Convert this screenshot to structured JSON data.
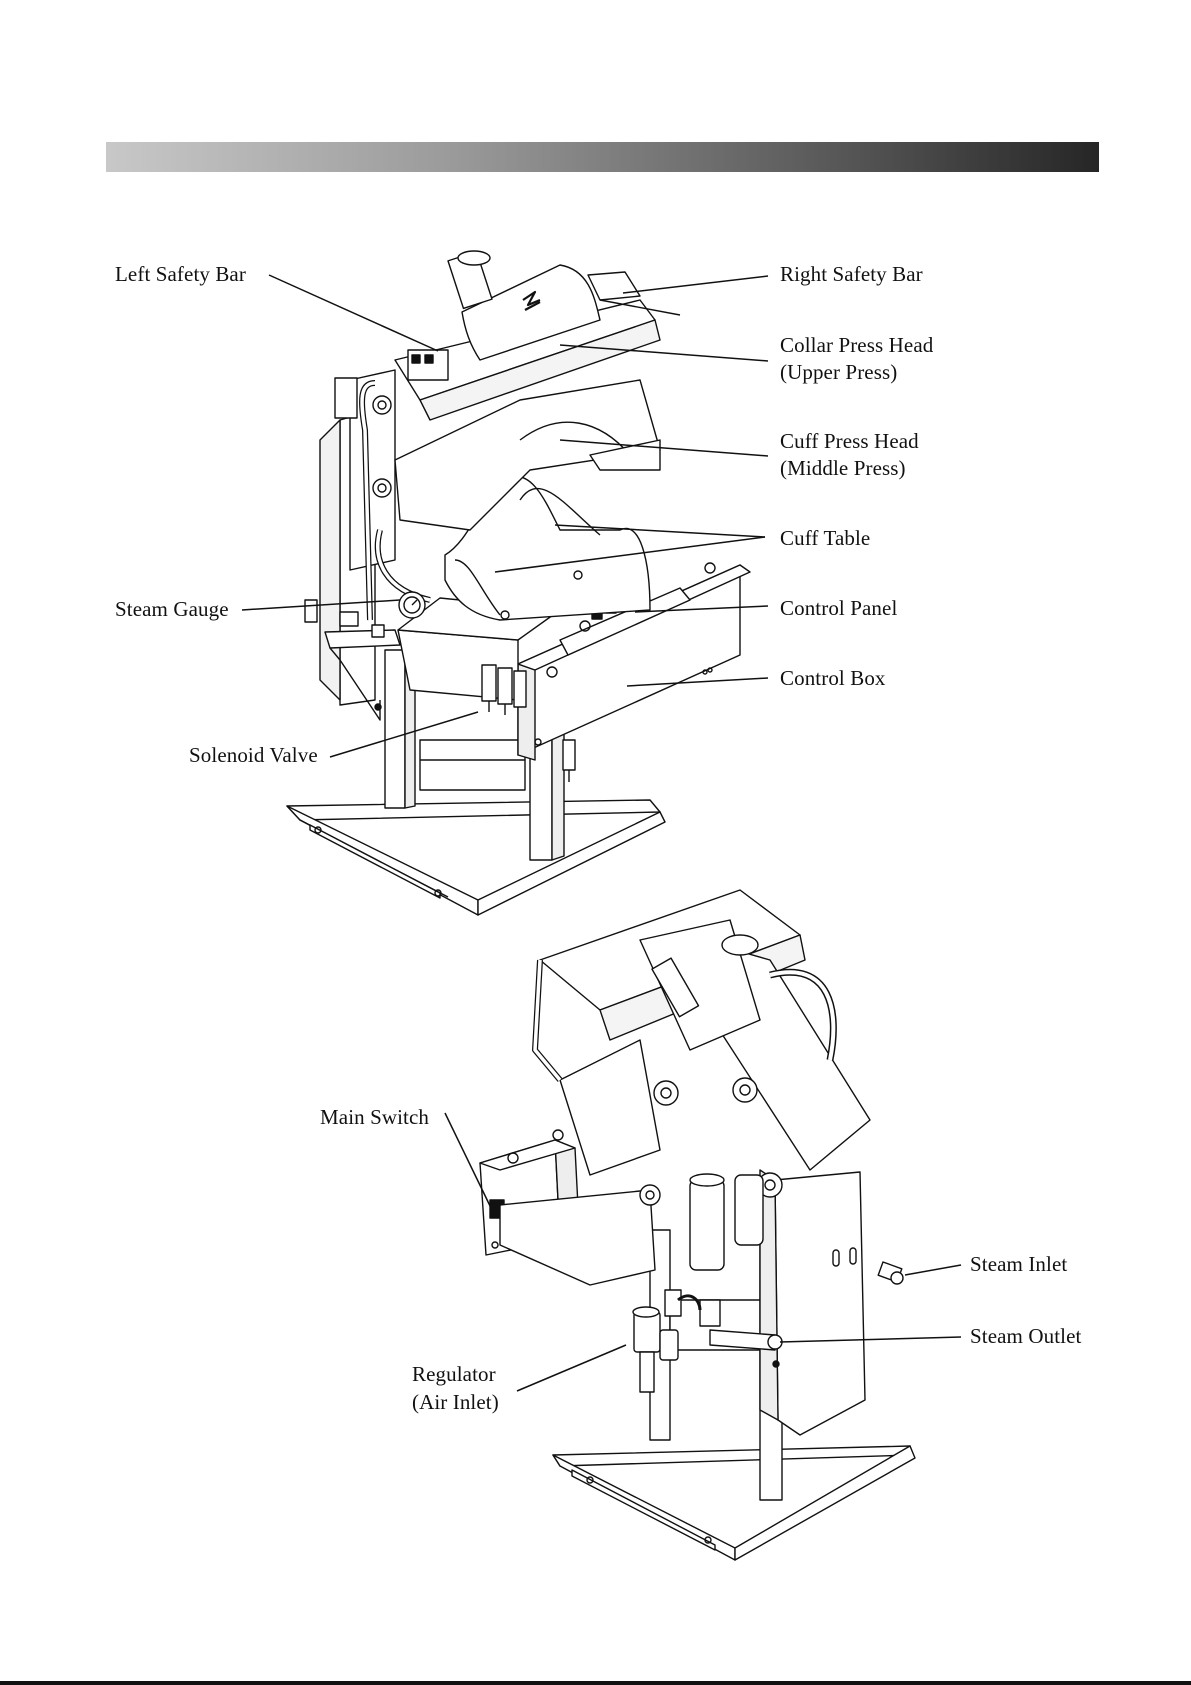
{
  "colors": {
    "banner_light": "#c8c8c8",
    "banner_dark": "#262626",
    "line": "#111111"
  },
  "labels": {
    "left_safety_bar": "Left Safety Bar",
    "right_safety_bar": "Right Safety Bar",
    "collar_press_head": "Collar Press Head",
    "collar_press_head_sub": "(Upper Press)",
    "cuff_press_head": "Cuff Press Head",
    "cuff_press_head_sub": "(Middle Press)",
    "cuff_table": "Cuff Table",
    "control_panel": "Control Panel",
    "steam_gauge": "Steam Gauge",
    "control_box": "Control Box",
    "solenoid_valve": "Solenoid Valve",
    "main_switch": "Main Switch",
    "steam_inlet": "Steam Inlet",
    "steam_outlet": "Steam Outlet",
    "regulator": "Regulator",
    "regulator_sub": "(Air Inlet)"
  }
}
